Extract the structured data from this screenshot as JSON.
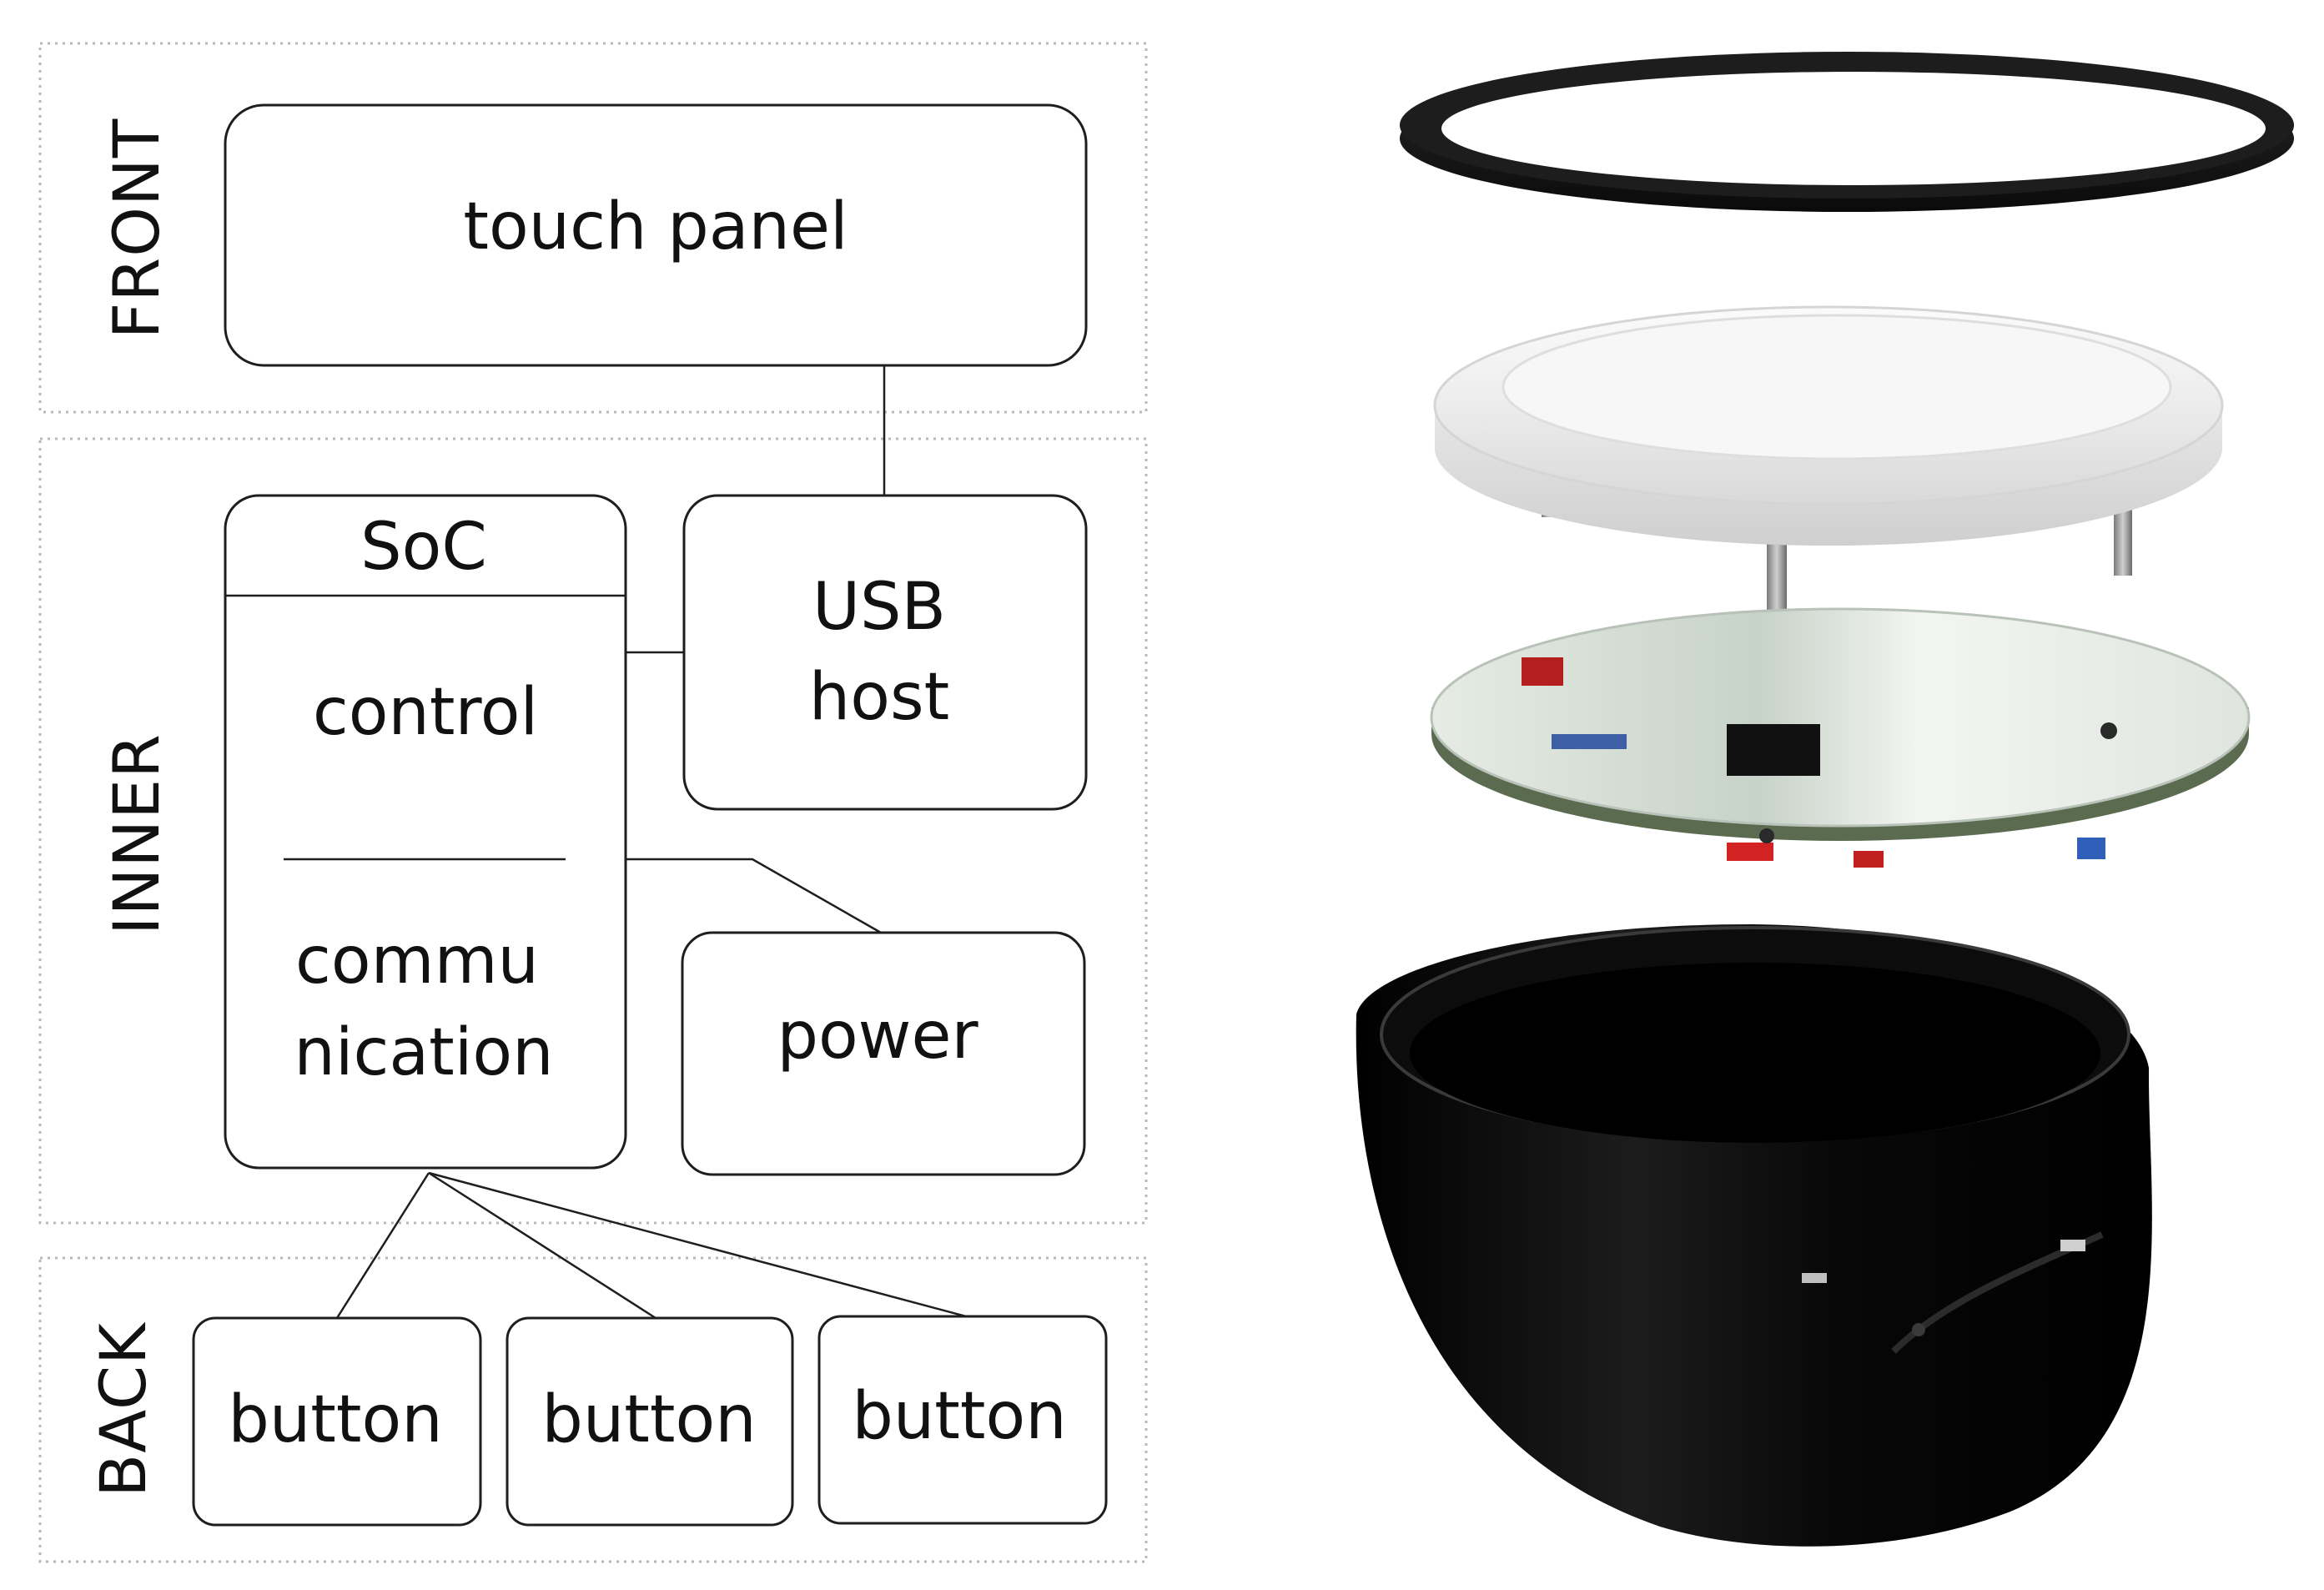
{
  "sections": {
    "front": "FRONT",
    "inner": "INNER",
    "back": "BACK"
  },
  "blocks": {
    "touch_panel": "touch panel",
    "soc_title": "SoC",
    "control": "control",
    "communication_line1": "commu",
    "communication_line2": "nication",
    "usb_line1": "USB",
    "usb_line2": "host",
    "power": "power",
    "buttons": [
      "button",
      "button",
      "button"
    ]
  },
  "colors": {
    "line": "#1e1e1e",
    "section_border": "#b8b8b8",
    "ring": "#161616",
    "lid": "#f3f3f3",
    "pcb": "#dfe6df",
    "housing": "#050505",
    "background": "#ffffff"
  },
  "exploded_view_parts": [
    "ring",
    "lid",
    "pcb",
    "housing"
  ]
}
